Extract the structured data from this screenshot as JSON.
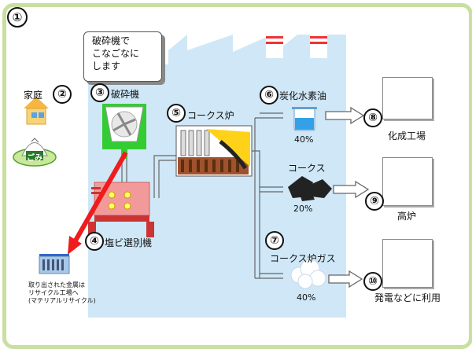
{
  "title_number": "①",
  "bubble_lines": [
    "破砕機で",
    "こなごなに",
    "します"
  ],
  "nodes": {
    "home": {
      "number": "②",
      "label": "家庭",
      "trash_label": "ごみ"
    },
    "crusher": {
      "number": "③",
      "label": "破砕機"
    },
    "separator": {
      "number": "④",
      "label": "塩ビ選別機"
    },
    "furnace": {
      "number": "⑤",
      "label": "コークス炉"
    },
    "oil": {
      "number": "⑥",
      "label": "炭化水素油",
      "percent": "40%"
    },
    "coke": {
      "label": "コークス",
      "percent": "20%"
    },
    "gas": {
      "number": "⑦",
      "label": "コークス炉ガス",
      "percent": "40%"
    },
    "chem_plant": {
      "number": "⑧",
      "label": "化成工場"
    },
    "blast_furnace": {
      "number": "⑨",
      "label": "高炉"
    },
    "power": {
      "number": "⑩",
      "label": "発電などに利用"
    }
  },
  "metal_note": [
    "取り出された金属は",
    "リサイクル工場へ",
    "(マテリアルリサイクル)"
  ],
  "colors": {
    "frame": "#c8dfa0",
    "panel": "#cfe7f7",
    "arrow_red": "#ee1c1c",
    "crusher_green": "#33cc33",
    "separator_red": "#f29a9a"
  }
}
